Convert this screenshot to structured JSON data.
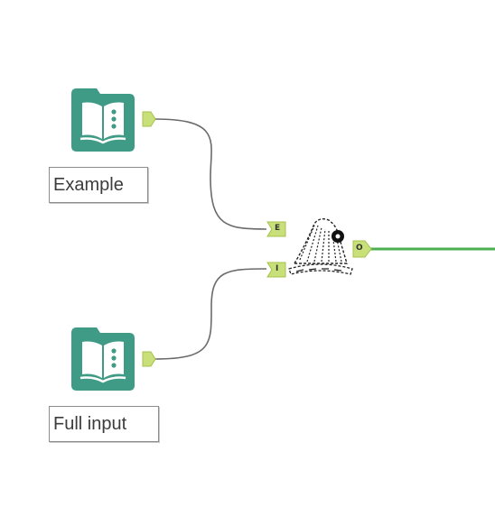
{
  "canvas": {
    "background": "#ffffff",
    "connection_color": "#6b6b6b",
    "output_connection_color": "#4caf50",
    "tool_color": "#3f9b86",
    "anchor_color": "#c9e07a"
  },
  "tools": [
    {
      "id": "example_input",
      "icon": "book-input-icon",
      "label": "Example",
      "output_anchor": ""
    },
    {
      "id": "full_input",
      "icon": "book-input-icon",
      "label": "Full input",
      "output_anchor": ""
    },
    {
      "id": "macro_tool",
      "icon": "wizard-hat-icon",
      "input_anchors": [
        "E",
        "I"
      ],
      "output_anchor": "O"
    }
  ]
}
